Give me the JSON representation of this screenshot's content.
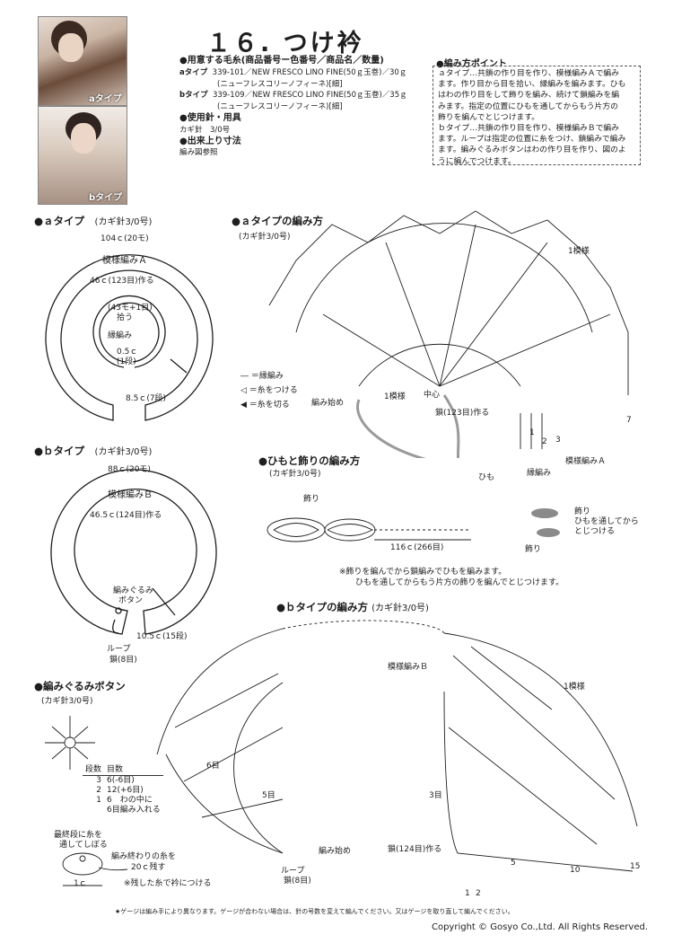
{
  "title": "１６. つけ衿",
  "materials": {
    "heading": "●用意する毛糸(商品番号ー色番号／商品名／数量)",
    "a_label": "aタイプ",
    "a_line1": "339-101／NEW FRESCO LINO FINE(50ｇ玉巻)／30ｇ",
    "a_line2": "(ニューフレスコリーノフィーネ)[細]",
    "b_label": "bタイプ",
    "b_line1": "339-109／NEW FRESCO LINO FINE(50ｇ玉巻)／35ｇ",
    "b_line2": "(ニューフレスコリーノフィーネ)[細]",
    "needle_heading": "●使用針・用具",
    "needle": "カギ針　3/0号",
    "size_heading": "●出来上り寸法",
    "size": "編み図参照"
  },
  "points": {
    "heading": "●編み方ポイント",
    "lines": [
      "ａタイプ…共鎖の作り目を作り、模様編みＡで編み",
      "ます。作り目から目を拾い、縁編みを編みます。ひも",
      "はわの作り目をして飾りを編み、続けて鎖編みを編",
      "みます。指定の位置にひもを通してからもう片方の",
      "飾りを編んでとじつけます。",
      "ｂタイプ…共鎖の作り目を作り、模様編みＢで編み",
      "ます。ループは指定の位置に糸をつけ、鎖編みで編み",
      "ます。編みぐるみボタンはわの作り目を作り、図のよ",
      "うに編んでつけます。"
    ]
  },
  "photos": {
    "a_label": "aタイプ",
    "b_label": "bタイプ"
  },
  "a_type": {
    "heading": "●ａタイプ",
    "needle": "(カギ針3/0号)",
    "outer": "104ｃ(20モ)",
    "pattern": "模様編みＡ",
    "inner": "46ｃ(123目)作る",
    "pickup1": "(43モ+1目)",
    "pickup2": "拾う",
    "edge": "縁編み",
    "edge_w1": "0.5ｃ",
    "edge_w2": "(1段)",
    "depth": "8.5ｃ(7段)"
  },
  "a_chart": {
    "heading": "●ａタイプの編み方",
    "needle": "(カギ針3/0号)",
    "one_repeat": "1模様",
    "one_repeat2": "1模様",
    "center": "中心",
    "start": "編み始め",
    "chain": "鎖(123目)作る",
    "edge": "縁編み",
    "pattern": "模様編みＡ",
    "string": "ひも",
    "n1": "1",
    "n2": "2",
    "n3": "3",
    "n7": "7"
  },
  "legend": {
    "l1": "― ＝縁編み",
    "l2": "◁ ＝糸をつける",
    "l3": "◀ ＝糸を切る"
  },
  "string_section": {
    "heading": "●ひもと飾りの編み方",
    "needle": "(カギ針3/0号)",
    "ornament": "飾り",
    "length": "116ｃ(266目)",
    "note1": "※飾りを編んでから鎖編みでひもを編みます。",
    "note2": "ひもを通してからもう片方の飾りを編んでとじつけます。",
    "right_orn": "飾り",
    "right_note1": "ひもを通してから",
    "right_note2": "とじつける",
    "right_orn2": "飾り"
  },
  "b_type": {
    "heading": "●ｂタイプ",
    "needle": "(カギ針3/0号)",
    "outer": "88ｃ(20モ)",
    "pattern": "模様編みＢ",
    "inner": "46.5ｃ(124目)作る",
    "button1": "編みぐるみ",
    "button2": "ボタン",
    "depth": "10.5ｃ(15段)",
    "loop1": "ループ",
    "loop2": "鎖(8目)"
  },
  "b_chart": {
    "heading": "●ｂタイプの編み方",
    "needle": "(カギ針3/0号)",
    "pattern": "模様編みＢ",
    "one_repeat": "1模様",
    "rows6": "6目",
    "rows5": "5目",
    "rows3": "3目",
    "start": "編み始め",
    "chain": "鎖(124目)作る",
    "loop1": "ループ",
    "loop2": "鎖(8目)",
    "n1": "1",
    "n2": "2",
    "n5": "5",
    "n10": "10",
    "n15": "15"
  },
  "button": {
    "heading": "●編みぐるみボタン",
    "needle": "(カギ針3/0号)",
    "col_rows": "段数",
    "col_sts": "目数",
    "rows": [
      {
        "r": "3",
        "s": "6(-6目)"
      },
      {
        "r": "2",
        "s": "12(+6目)"
      },
      {
        "r": "1",
        "s": "6　わの中に"
      },
      {
        "r": "",
        "s": "6目編み入れる"
      }
    ],
    "thread1": "最終段に糸を",
    "thread2": "通してしぼる",
    "end1": "編み終わりの糸を",
    "end2": "20ｃ残す",
    "width": "1ｃ",
    "note": "※残した糸で衿につける"
  },
  "footer": {
    "note": "★ゲージは編み手により異なります。ゲージが合わない場合は、針の号数を変えて編んでください。又はゲージを取り直して編んでください。",
    "copyright": "Copyright © Gosyo Co.,Ltd. All Rights Reserved."
  },
  "colors": {
    "ink": "#1e1e1e",
    "ornament": "#8a8a8a",
    "photo_a": "#b79a86",
    "photo_b": "#9c8a80"
  }
}
